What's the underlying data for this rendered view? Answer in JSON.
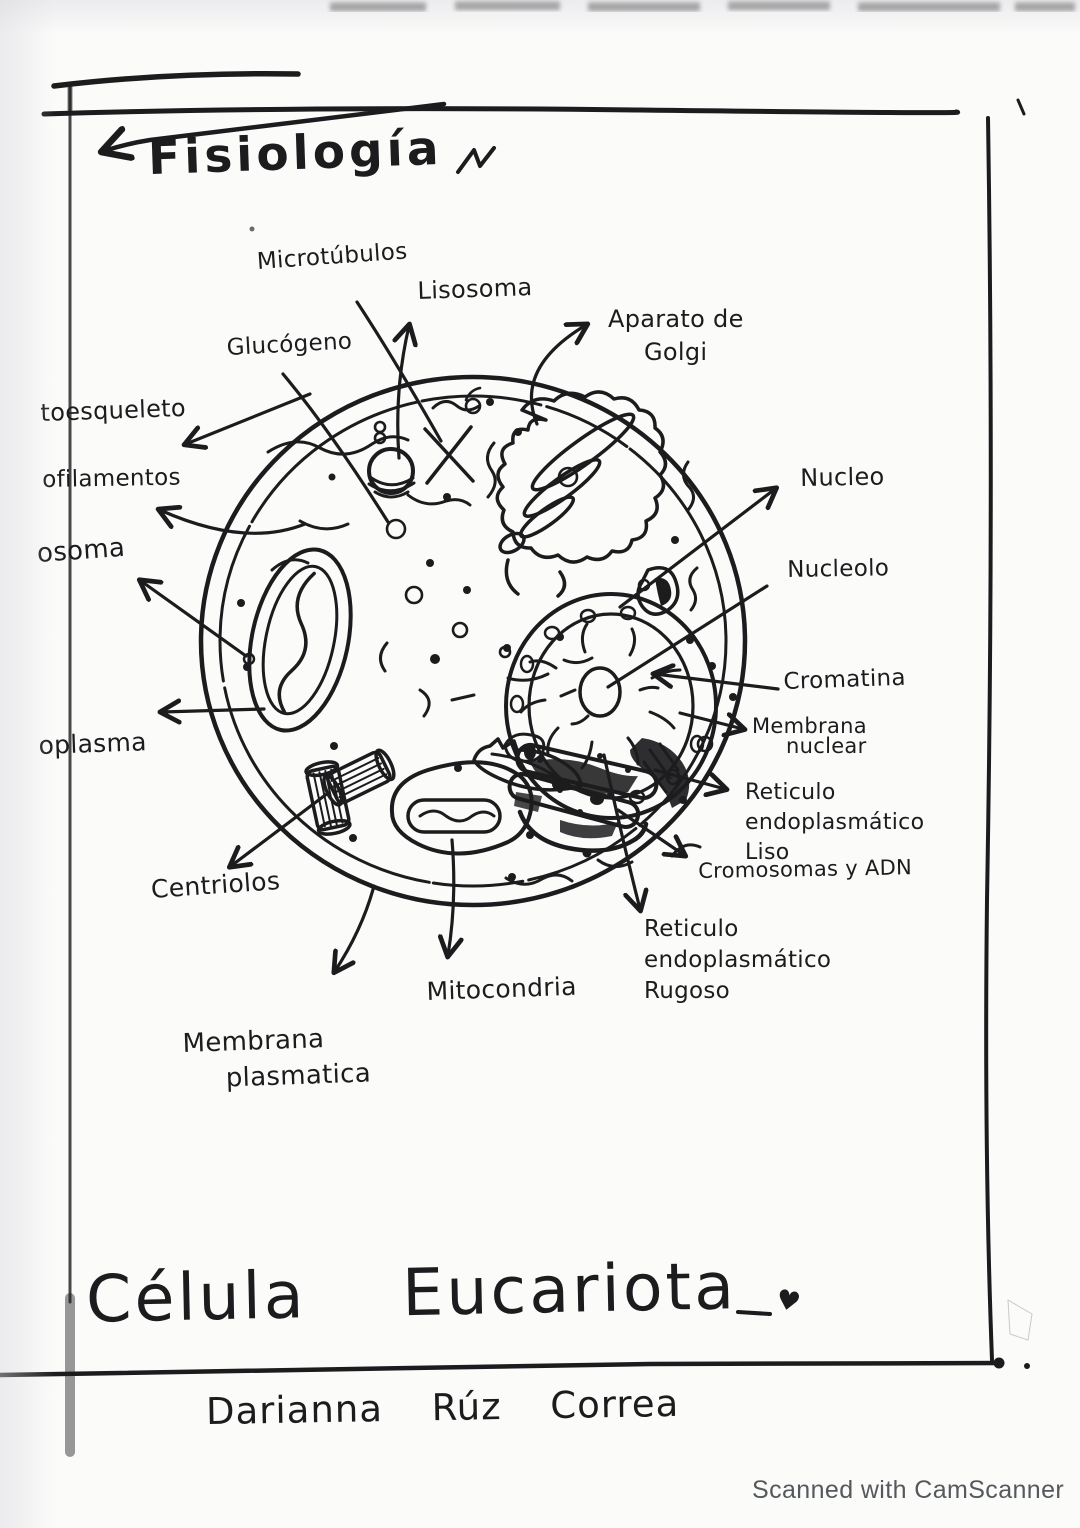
{
  "page": {
    "title": "Fisiología",
    "caption": "Célula Eucariota",
    "caption_heart": "♥",
    "author": "Darianna Rúz Correa",
    "watermark": "Scanned with CamScanner"
  },
  "colors": {
    "ink": "#1c1c1e",
    "margin_line": "#bf93cf",
    "watermark_text": "#55595d",
    "paper": "#fbfbfa"
  },
  "labels": {
    "microtubulos": {
      "text": "Microtúbulos"
    },
    "lisosoma": {
      "text": "Lisosoma"
    },
    "aparato_golgi": {
      "lines": [
        "Aparato de",
        "Golgi"
      ]
    },
    "glucogeno": {
      "text": "Glucógeno"
    },
    "citoesqueleto": {
      "text": "toesqueleto"
    },
    "microfilamentos": {
      "text": "ofilamentos"
    },
    "ribosoma": {
      "text": "osoma"
    },
    "citoplasma": {
      "text": "oplasma"
    },
    "centriolos": {
      "text": "Centriolos"
    },
    "membrana_plasmatica": {
      "lines": [
        "Membrana",
        "plasmatica"
      ]
    },
    "mitocondria": {
      "text": "Mitocondria"
    },
    "reticulo_rugoso": {
      "lines": [
        "Reticulo",
        "endoplasmático",
        "Rugoso"
      ]
    },
    "cromosomas_adn": {
      "text": "Cromosomas y ADN"
    },
    "reticulo_liso": {
      "lines": [
        "Reticulo",
        "endoplasmático",
        "Liso"
      ]
    },
    "membrana_nuclear": {
      "lines": [
        "Membrana",
        "nuclear"
      ]
    },
    "cromatina": {
      "text": "Cromatina"
    },
    "nucleolo": {
      "text": "Nucleolo"
    },
    "nucleo": {
      "text": "Nucleo"
    }
  }
}
